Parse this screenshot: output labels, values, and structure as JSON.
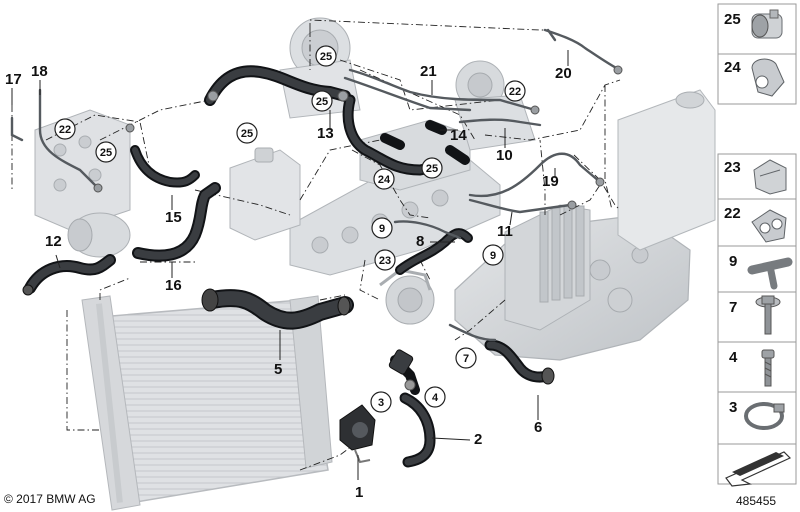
{
  "copyright": "© 2017 BMW AG",
  "diagram_id": "485455",
  "callouts": [
    "1",
    "2",
    "3",
    "4",
    "5",
    "6",
    "7",
    "8",
    "9",
    "10",
    "11",
    "12",
    "13",
    "14",
    "15",
    "16",
    "17",
    "18",
    "19",
    "20",
    "21",
    "22",
    "23",
    "24",
    "25"
  ],
  "circled_refs": [
    "25",
    "25",
    "22",
    "25",
    "25",
    "22",
    "24",
    "25",
    "9",
    "9",
    "23",
    "7",
    "3",
    "4"
  ],
  "legend": [
    "25",
    "24",
    "23",
    "22",
    "9",
    "7",
    "4",
    "3"
  ],
  "colors": {
    "hose": "#2f3134",
    "hose_edge": "#111316",
    "part": "#cfd2d5",
    "part_light": "#e6e8ea",
    "line": "#222222",
    "legend_border": "#999999"
  }
}
